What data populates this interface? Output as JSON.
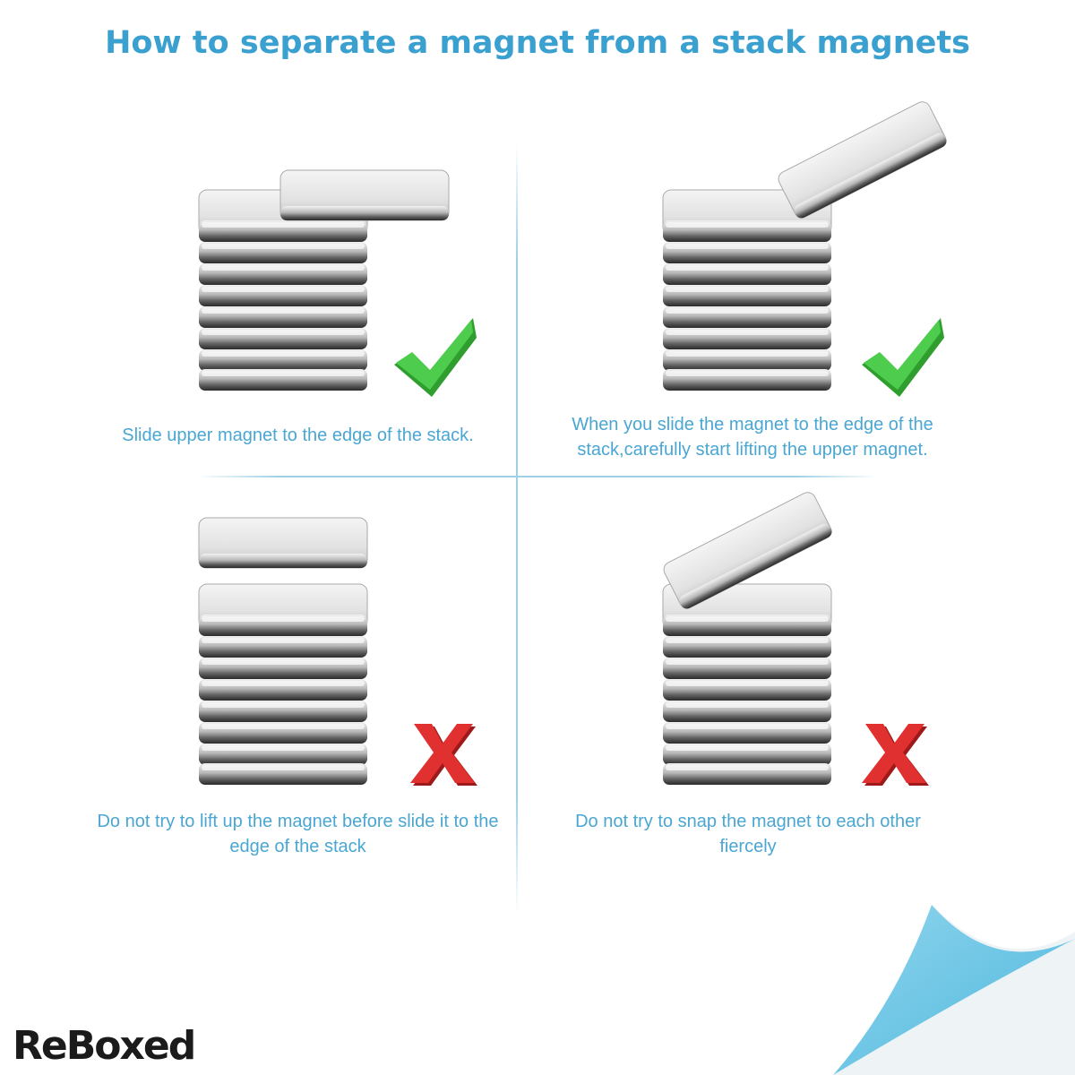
{
  "title": "How to separate a magnet from a stack magnets",
  "panels": [
    {
      "caption": "Slide upper magnet to the edge of the stack.",
      "mark": "check"
    },
    {
      "caption": "When you slide the magnet to the edge of the stack,carefully start lifting the upper magnet.",
      "mark": "check"
    },
    {
      "caption": "Do not try to lift up the magnet before slide it to the edge of the stack",
      "mark": "cross"
    },
    {
      "caption": "Do not try to snap the magnet to each other fiercely",
      "mark": "cross"
    }
  ],
  "brand": "ReBoxed",
  "colors": {
    "title": "#3aa0d0",
    "caption": "#4aa6d2",
    "check": "#3fbf3f",
    "cross": "#d42525",
    "corner": "#6cc6e4"
  }
}
